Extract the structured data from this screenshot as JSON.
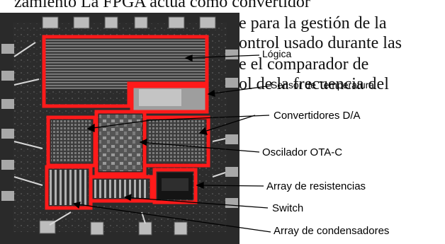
{
  "background_text": [
    "zamiento  La  FPGA  actúa  como  convertidor",
    "e para la gestión de la",
    "ontrol usado durante las",
    "e  el  comparador  de",
    "ol de la frecuencia del"
  ],
  "labels": {
    "logica": "Lógica",
    "sensor": "Sensor de Temperatura",
    "convertidores": "Convertidores D/A",
    "oscilador": "Oscilador OTA-C",
    "resistencias": "Array de resistencias",
    "switch": "Switch",
    "condensadores": "Array de condensadores"
  },
  "colors": {
    "highlight": "#ff1a1a",
    "die": "#2a2a2a",
    "leader": "#000000"
  }
}
